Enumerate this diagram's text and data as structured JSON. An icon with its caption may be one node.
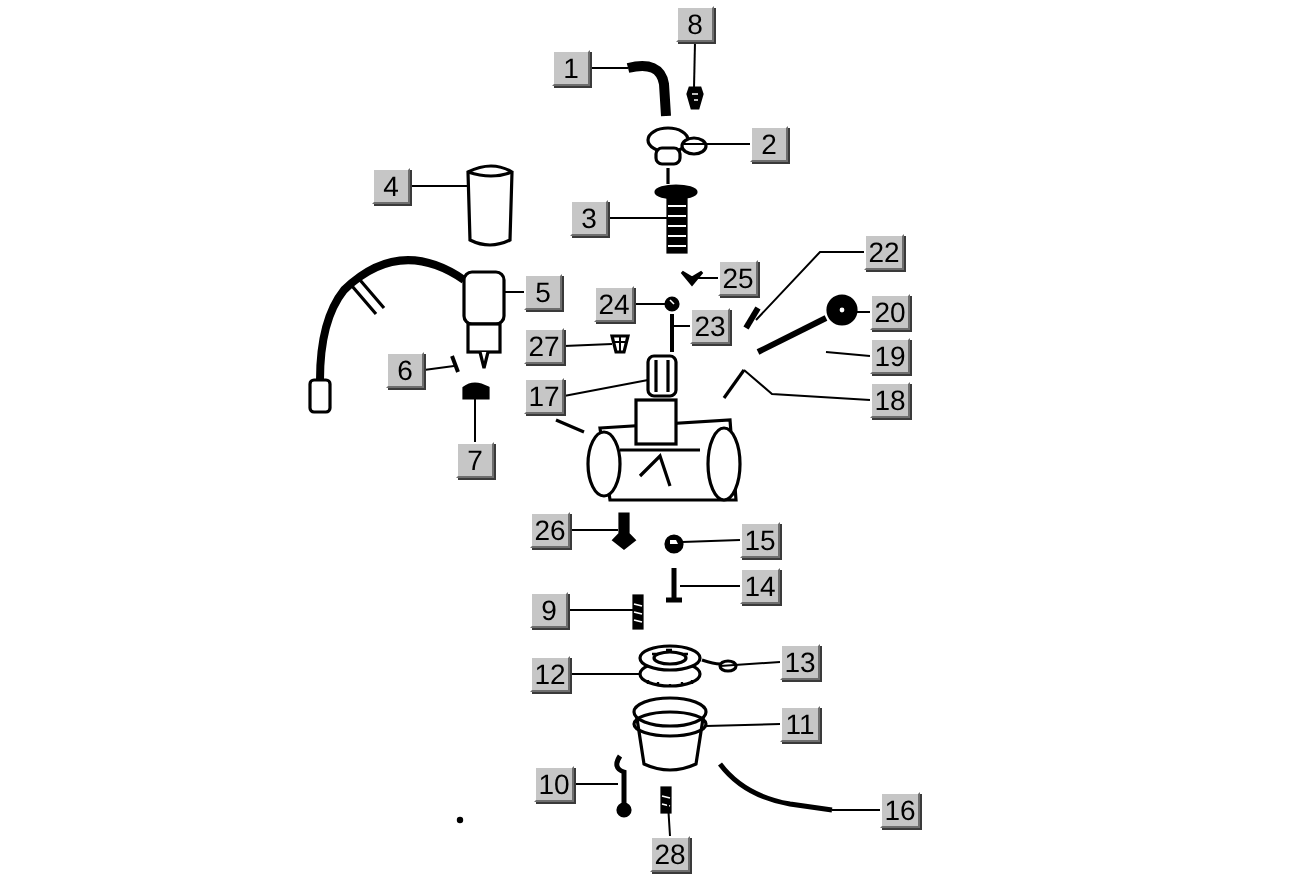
{
  "diagram": {
    "nodes": [
      {
        "text": [
          "8"
        ]
      },
      {
        "text": [
          "1"
        ]
      },
      {
        "text": [
          "2"
        ]
      },
      {
        "text": [
          "4"
        ]
      },
      {
        "text": [
          "3"
        ]
      },
      {
        "text": [
          "22"
        ]
      },
      {
        "text": [
          "25"
        ]
      },
      {
        "text": [
          "5"
        ]
      },
      {
        "text": [
          "24"
        ]
      },
      {
        "text": [
          "20"
        ]
      },
      {
        "text": [
          "23"
        ]
      },
      {
        "text": [
          "27"
        ]
      },
      {
        "text": [
          "19"
        ]
      },
      {
        "text": [
          "6"
        ]
      },
      {
        "text": [
          "17"
        ]
      },
      {
        "text": [
          "18"
        ]
      },
      {
        "text": [
          "7"
        ]
      },
      {
        "text": [
          "26"
        ]
      },
      {
        "text": [
          "15"
        ]
      },
      {
        "text": [
          "14"
        ]
      },
      {
        "text": [
          "9"
        ]
      },
      {
        "text": [
          "13"
        ]
      },
      {
        "text": [
          "12"
        ]
      },
      {
        "text": [
          "11"
        ]
      },
      {
        "text": [
          "10"
        ]
      },
      {
        "text": [
          "16"
        ]
      },
      {
        "text": [
          "28"
        ]
      },
      {
        "text": [],
        "shape": "picture"
      },
      {
        "text": [],
        "shape": "picture"
      },
      {
        "text": [],
        "shape": "picture"
      },
      {
        "text": [],
        "shape": "picture"
      },
      {
        "text": [],
        "shape": "picture"
      },
      {
        "text": [],
        "shape": "picture"
      },
      {
        "text": [],
        "shape": "picture"
      },
      {
        "text": [],
        "shape": "picture"
      },
      {
        "text": [],
        "shape": "picture"
      },
      {
        "text": [],
        "shape": "picture"
      },
      {
        "text": [],
        "shape": "picture"
      },
      {
        "text": [],
        "shape": "picture"
      },
      {
        "text": [],
        "shape": "picture"
      },
      {
        "text": [],
        "shape": "picture"
      },
      {
        "text": [],
        "shape": "picture"
      },
      {
        "text": [],
        "shape": "picture"
      },
      {
        "text": [],
        "shape": "picture"
      },
      {
        "text": [],
        "shape": "picture"
      },
      {
        "text": [],
        "shape": "picture"
      },
      {
        "text": [],
        "shape": "picture"
      },
      {
        "text": [],
        "shape": "picture"
      },
      {
        "text": [],
        "shape": "picture"
      },
      {
        "text": [],
        "shape": "picture"
      },
      {
        "text": [],
        "shape": "picture"
      },
      {
        "text": [],
        "shape": "picture"
      },
      {
        "text": [],
        "shape": "picture"
      },
      {
        "text": [],
        "shape": "picture"
      }
    ],
    "edges": [
      {
        "from": 0,
        "to": 27,
        "arrow": "none"
      },
      {
        "from": 1,
        "to": 28,
        "arrow": "none"
      },
      {
        "from": 2,
        "to": 29,
        "arrow": "none"
      },
      {
        "from": 3,
        "to": 30,
        "arrow": "none"
      },
      {
        "from": 4,
        "to": 31,
        "arrow": "none"
      },
      {
        "from": 5,
        "to": 32,
        "arrow": "none"
      },
      {
        "from": 6,
        "to": 33,
        "arrow": "none"
      },
      {
        "from": 7,
        "to": 34,
        "arrow": "none"
      },
      {
        "from": 8,
        "to": 35,
        "arrow": "none"
      },
      {
        "from": 9,
        "to": 36,
        "arrow": "none"
      },
      {
        "from": 10,
        "to": 37,
        "arrow": "none"
      },
      {
        "from": 11,
        "to": 38,
        "arrow": "none"
      },
      {
        "from": 12,
        "to": 39,
        "arrow": "none"
      },
      {
        "from": 13,
        "to": 40,
        "arrow": "none"
      },
      {
        "from": 14,
        "to": 41,
        "arrow": "none"
      },
      {
        "from": 15,
        "to": 42,
        "arrow": "none"
      },
      {
        "from": 16,
        "to": 43,
        "arrow": "none"
      },
      {
        "from": 17,
        "to": 44,
        "arrow": "none"
      },
      {
        "from": 18,
        "to": 45,
        "arrow": "none"
      },
      {
        "from": 19,
        "to": 46,
        "arrow": "none"
      },
      {
        "from": 20,
        "to": 47,
        "arrow": "none"
      },
      {
        "from": 21,
        "to": 48,
        "arrow": "none"
      },
      {
        "from": 22,
        "to": 49,
        "arrow": "none"
      },
      {
        "from": 23,
        "to": 50,
        "arrow": "none"
      },
      {
        "from": 24,
        "to": 51,
        "arrow": "none"
      },
      {
        "from": 25,
        "to": 52,
        "arrow": "none"
      },
      {
        "from": 26,
        "to": 53,
        "arrow": "none"
      }
    ]
  }
}
